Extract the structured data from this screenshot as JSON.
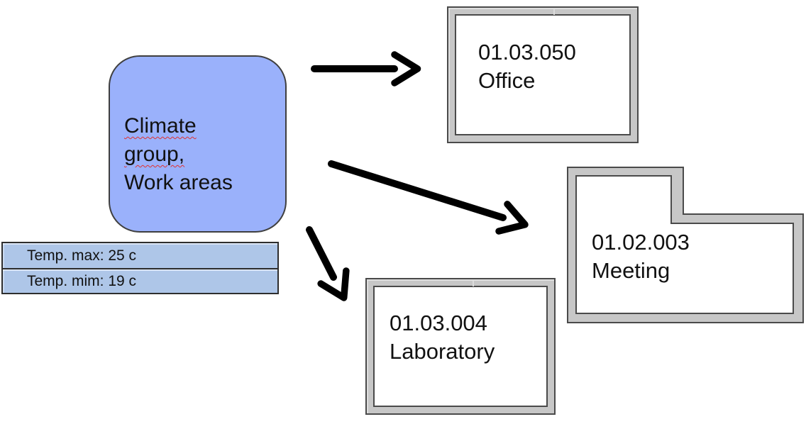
{
  "climate_group": {
    "line1": "Climate",
    "line2": "group,",
    "line3": "Work areas"
  },
  "temperature_table": {
    "rows": [
      {
        "label": "Temp. max: 25 c"
      },
      {
        "label": "Temp. mim: 19 c"
      }
    ]
  },
  "rooms": {
    "office": {
      "code": "01.03.050",
      "name": "Office"
    },
    "meeting": {
      "code": "01.02.003",
      "name": "Meeting"
    },
    "laboratory": {
      "code": "01.03.004",
      "name": "Laboratory"
    }
  },
  "colors": {
    "node_fill": "#9ab1fb",
    "node_border": "#3f3f3f",
    "table_fill": "#aec6e8",
    "table_border": "#2e2e2e",
    "room_frame": "#c7c7c7",
    "room_outline": "#4a4a4a",
    "room_floor": "#ffffff",
    "arrow": "#000000",
    "spellcheck_underline": "#e03131",
    "text": "#111111"
  }
}
